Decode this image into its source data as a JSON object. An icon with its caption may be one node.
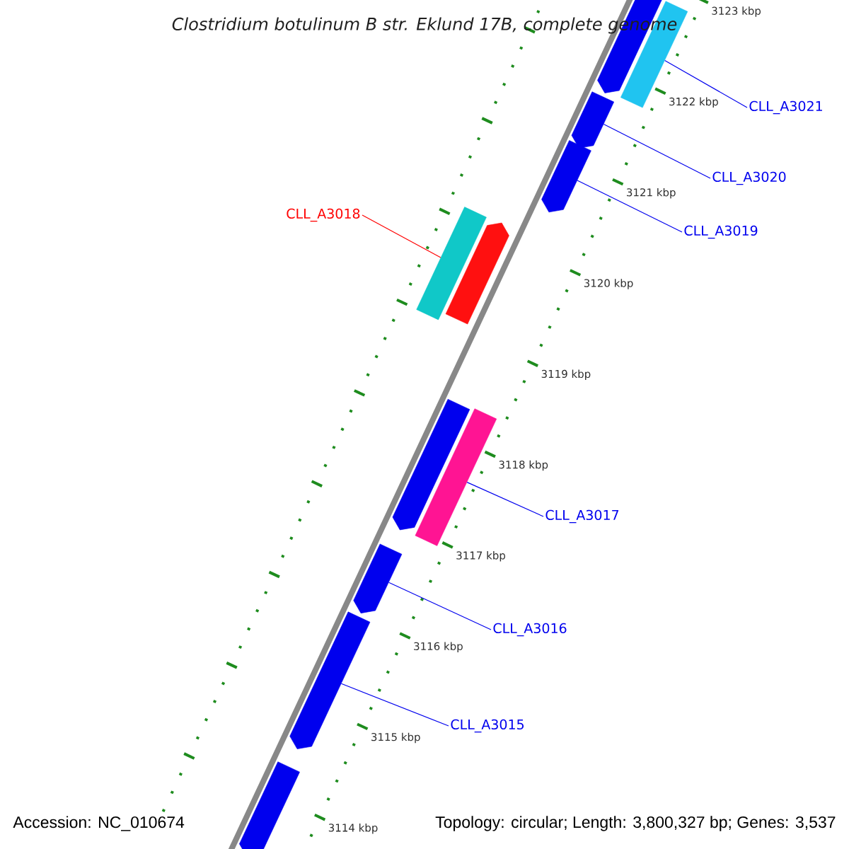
{
  "diagram": {
    "title": "Clostridium botulinum B str. Eklund 17B, complete genome",
    "nodes": [
      {
        "text": [],
        "shape": "pentagon"
      },
      {
        "text": [],
        "shape": "bar"
      },
      {
        "text": [],
        "shape": "pentagon"
      },
      {
        "text": [
          "CLL_A3021"
        ]
      },
      {
        "text": [],
        "shape": "pentagon"
      },
      {
        "text": [
          "CLL_A3020"
        ]
      },
      {
        "text": [],
        "shape": "bar"
      },
      {
        "text": [
          "CLL_A3018"
        ]
      },
      {
        "text": [],
        "shape": "pentagon"
      },
      {
        "text": [
          "CLL_A3019"
        ]
      },
      {
        "text": [],
        "shape": "pentagon"
      },
      {
        "text": [],
        "shape": "bar"
      },
      {
        "text": [
          "CLL_A3017"
        ]
      },
      {
        "text": [],
        "shape": "pentagon"
      },
      {
        "text": [],
        "shape": "pentagon"
      },
      {
        "text": [
          "CLL_A3016"
        ]
      },
      {
        "text": [
          "CLL_A3015"
        ]
      },
      {
        "text": [],
        "shape": "pentagon"
      }
    ],
    "edges": [
      {
        "from": 3,
        "to": 1,
        "arrow": "none"
      },
      {
        "from": 5,
        "to": 2,
        "arrow": "none"
      },
      {
        "from": 9,
        "to": 4,
        "arrow": "none"
      },
      {
        "from": 7,
        "to": 6,
        "arrow": "none",
        "color": "#ff0000"
      },
      {
        "from": 12,
        "to": 11,
        "arrow": "none"
      },
      {
        "from": 15,
        "to": 13,
        "arrow": "none"
      },
      {
        "from": 16,
        "to": 14,
        "arrow": "none"
      }
    ],
    "labels": [
      "3123 kbp",
      "3122 kbp",
      "3121 kbp",
      "3120 kbp",
      "3119 kbp",
      "3118 kbp",
      "3117 kbp",
      "3116 kbp",
      "3115 kbp",
      "3114 kbp",
      "Accession: NC_010674",
      "Topology: circular; Length: 3,800,327 bp; Genes: 3,537"
    ]
  }
}
